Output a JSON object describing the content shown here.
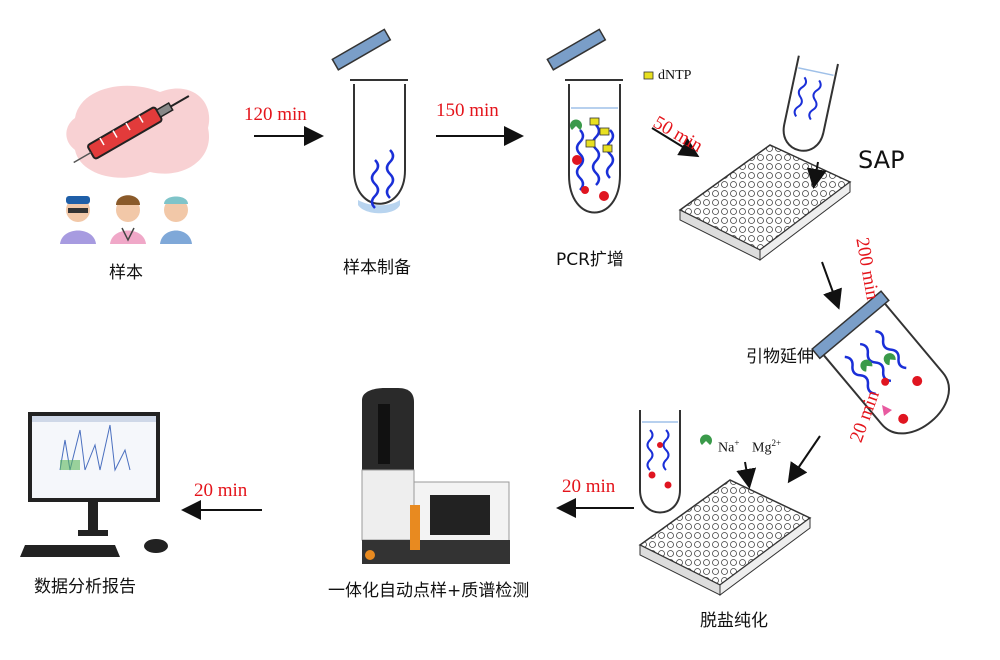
{
  "steps": {
    "sample": "样本",
    "sample_prep": "样本制备",
    "pcr": "PCR扩增",
    "extension": "引物延伸",
    "desalt": "脱盐纯化",
    "spotting_ms": "一体化自动点样+质谱检测",
    "report": "数据分析报告"
  },
  "times": {
    "t1": "120 min",
    "t2": "150 min",
    "t3": "50 min",
    "t4": "200 min",
    "t5": "20 min",
    "t6": "20 min",
    "t7": "20 min"
  },
  "reagents": {
    "dntp": "dNTP",
    "sap": "SAP",
    "na": "Na",
    "na_sup": "+",
    "mg": "Mg",
    "mg_sup": "2+"
  },
  "colors": {
    "arrow": "#111111",
    "time_text": "#e4141b",
    "dna": "#1a2fd8",
    "primer": "#e01520",
    "enzyme": "#3a9a4a",
    "dntp": "#e8e020",
    "tube_cap": "#7a9ec8"
  }
}
